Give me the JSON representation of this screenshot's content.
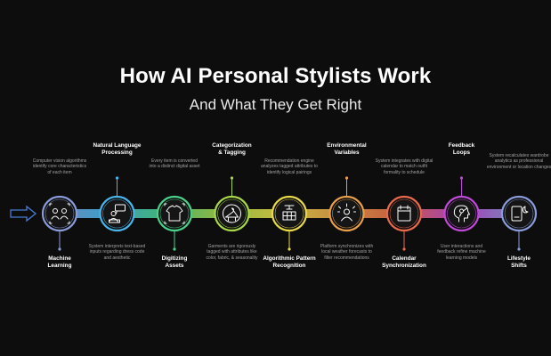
{
  "header": {
    "title": "How AI Personal Stylists Work",
    "subtitle": "And What They Get Right"
  },
  "colors": {
    "background": "#0d0d0d",
    "arrow": "#4a7bd6",
    "stage_colors": [
      "#8a9bd8",
      "#4ab5e8",
      "#4ad08a",
      "#a8d84a",
      "#e8d84a",
      "#e8a04a",
      "#e86a4a",
      "#c04ad8",
      "#8a9bd8"
    ]
  },
  "stages": [
    {
      "id": "machine-learning",
      "label": "Machine Learning",
      "label_lines": [
        "Machine",
        "Learning"
      ],
      "label_pos": "bottom",
      "description": "Computer vision algorithms identify core characteristics of each item",
      "desc_lines": [
        "Computer vision algorithms",
        "identify core characteristics",
        "of each item"
      ],
      "icon": "people-icon"
    },
    {
      "id": "natural-language-processing",
      "label": "Natural Language Processing",
      "label_lines": [
        "Natural Language",
        "Processing"
      ],
      "label_pos": "top",
      "description": "System interprets text-based inputs regarding dress code and aesthetic",
      "desc_lines": [
        "System interprets text-based",
        "inputs regarding dress code",
        "and aesthetic"
      ],
      "icon": "chat-user-icon"
    },
    {
      "id": "digitizing-assets",
      "label": "Digitizing Assets",
      "label_lines": [
        "Digitizing",
        "Assets"
      ],
      "label_pos": "bottom",
      "description": "Every item is converted into a distinct digital asset",
      "desc_lines": [
        "Every item is converted",
        "into a distinct digital asset"
      ],
      "icon": "shirt-scan-icon"
    },
    {
      "id": "categorization-tagging",
      "label": "Categorization & Tagging",
      "label_lines": [
        "Categorization",
        "& Tagging"
      ],
      "label_pos": "top",
      "description": "Garments are rigorously tagged with attributes like color, fabric, & seasonality",
      "desc_lines": [
        "Garments are rigorously",
        "tagged with attributes like",
        "color, fabric, & seasonality"
      ],
      "icon": "hanger-icon"
    },
    {
      "id": "algorithmic-pattern-recognition",
      "label": "Algorithmic Pattern Recognition",
      "label_lines": [
        "Algorithmic Pattern",
        "Recognition"
      ],
      "label_pos": "bottom",
      "description": "Recommendation engine analyzes tagged attributes to identify logical pairings",
      "desc_lines": [
        "Recommendation engine",
        "analyzes tagged attributes to",
        "identify logical pairings"
      ],
      "icon": "pattern-grid-icon"
    },
    {
      "id": "environmental-variables",
      "label": "Environmental Variables",
      "label_lines": [
        "Environmental",
        "Variables"
      ],
      "label_pos": "top",
      "description": "Platform synchronizes with local weather forecasts to filter recommendations",
      "desc_lines": [
        "Platform synchronizes with",
        "local weather forecasts to",
        "filter recommendations"
      ],
      "icon": "weather-user-icon"
    },
    {
      "id": "calendar-synchronization",
      "label": "Calendar Synchronization",
      "label_lines": [
        "Calendar",
        "Synchronization"
      ],
      "label_pos": "bottom",
      "description": "System integrates with digital calendar to match outfit formality to schedule",
      "desc_lines": [
        "System integrates with digital",
        "calendar to match outfit",
        "formality to schedule"
      ],
      "icon": "calendar-icon"
    },
    {
      "id": "feedback-loops",
      "label": "Feedback Loops",
      "label_lines": [
        "Feedback",
        "Loops"
      ],
      "label_pos": "top",
      "description": "User interactions and feedback refine machine learning models",
      "desc_lines": [
        "User interactions and",
        "feedback refine machine",
        "learning models"
      ],
      "icon": "brain-head-icon"
    },
    {
      "id": "lifestyle-shifts",
      "label": "Lifestyle Shifts",
      "label_lines": [
        "Lifestyle",
        "Shifts"
      ],
      "label_pos": "bottom",
      "description": "System recalculates wardrobe analytics as professional environment or location changes",
      "desc_lines": [
        "System recalculates wardrobe",
        "analytics as professional",
        "environment or location changes"
      ],
      "icon": "device-moon-icon"
    }
  ]
}
